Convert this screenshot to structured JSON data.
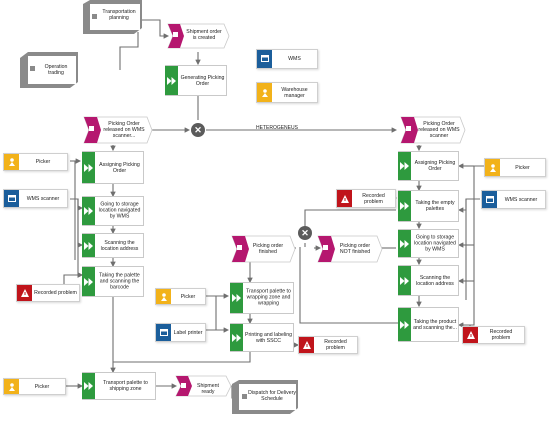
{
  "colors": {
    "function": "#2e9a3e",
    "event": "#b5176f",
    "role": "#f2b21a",
    "system": "#1b5e9b",
    "risk": "#c0141b",
    "path": "#8a8a8a",
    "connector": "#666666"
  },
  "paths": {
    "transport_planning": "Transportation planning",
    "operation_trading": "Operation trading",
    "dispatch": "Dispatch for Delivery Schedule"
  },
  "events": {
    "shipment_created": "Shipment order is created",
    "picking_released_left": "Picking Order released on WMS scanner...",
    "picking_released_right": "Picking Order released on WMS scanner",
    "picking_finished": "Picking order finished",
    "picking_not_finished": "Picking order NOT finished",
    "shipment_ready": "Shipment ready"
  },
  "functions": {
    "generating": "Generating Picking Order",
    "assign_left": "Assigning Picking Order",
    "going_left": "Going to storage location navigated by WMS",
    "scanning_left": "Scanning the location address",
    "taking_left": "Taking the palette and scanning the barcode",
    "transport_shipping": "Transport palette to shipping zone",
    "transport_wrapping": "Transport palette to wrapping zone and wrapping",
    "printing": "Printing and labeling with SSCC",
    "assign_right": "Assigning Picking Order",
    "taking_empty": "Taking the empty palettes",
    "going_right": "Going to storage location navigated by WMS",
    "scanning_right": "Scanning the location address",
    "taking_product": "Taking the product and scanning the..."
  },
  "roles": {
    "wms_top": "WMS",
    "warehouse_manager": "Warehouse manager",
    "picker_left": "Picker",
    "wms_scanner_left": "WMS scanner",
    "recorded_problem_left": "Recorded problem",
    "picker_bottom": "Picker",
    "picker_mid": "Picker",
    "label_printer": "Label printer",
    "recorded_problem_mid": "Recorded problem",
    "recorded_problem_right_top": "Recorded problem",
    "picker_right": "Picker",
    "wms_scanner_right": "WMS scanner",
    "recorded_problem_right_bottom": "Recorded problem"
  },
  "connectors": {
    "xor_symbol": "✕",
    "heterogeneous": "HETEROGENEUS"
  }
}
